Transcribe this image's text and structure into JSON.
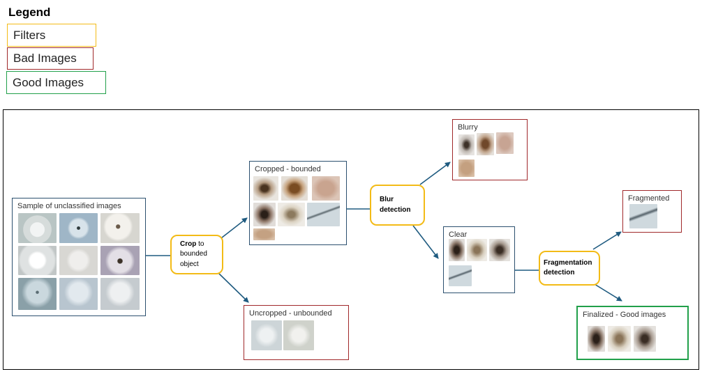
{
  "legend": {
    "title": "Legend",
    "filters_label": "Filters",
    "bad_label": "Bad Images",
    "good_label": "Good Images"
  },
  "colors": {
    "filter_border": "#f3bb16",
    "bad_border": "#a0282a",
    "good_border": "#21a04a",
    "neutral_border": "#2b4f6e",
    "arrow": "#1f5b80"
  },
  "boxes": {
    "unclassified": "Sample of unclassified images",
    "cropped": "Cropped - bounded",
    "uncropped": "Uncropped - unbounded",
    "blurry": "Blurry",
    "clear": "Clear",
    "fragmented": "Fragmented",
    "finalized": "Finalized - Good images"
  },
  "filters": {
    "crop_bold": "Crop",
    "crop_rest_1": " to",
    "crop_rest_2": "bounded",
    "crop_rest_3": "object",
    "blur_1": "Blur",
    "blur_2": "detection",
    "frag_1": "Fragmentation",
    "frag_2": "detection"
  }
}
